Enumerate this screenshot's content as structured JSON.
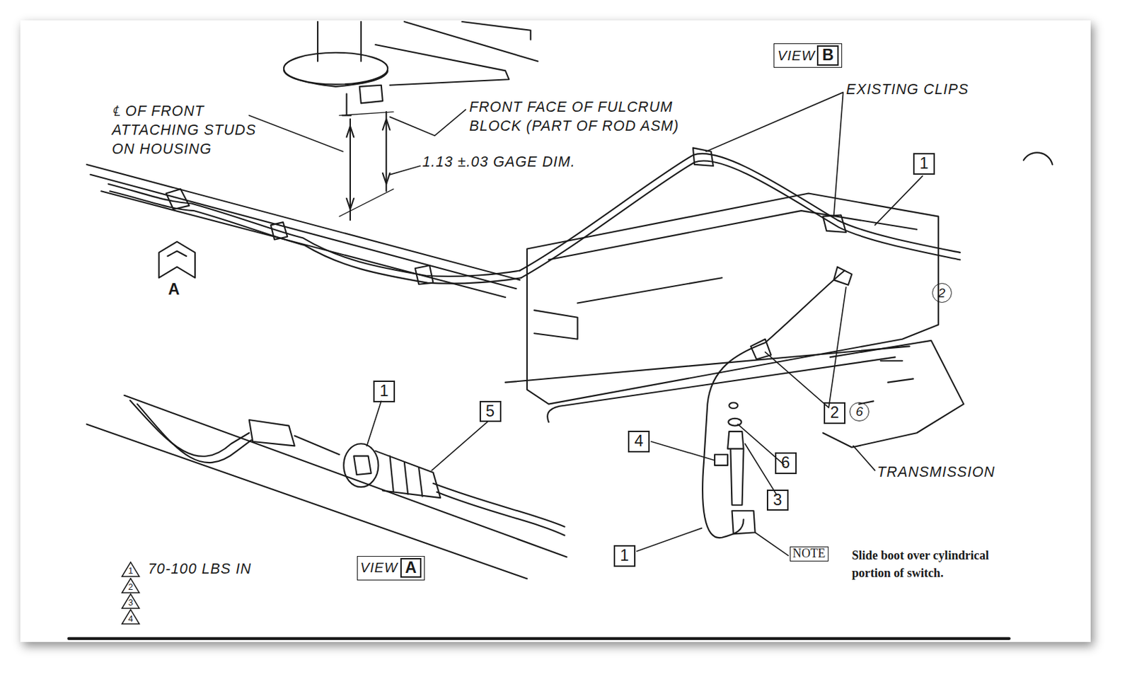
{
  "diagram": {
    "nodes": [
      {
        "text": [
          "VIEW"
        ]
      },
      {
        "text": [
          "B"
        ],
        "in": 0
      },
      {
        "text": [
          "1"
        ]
      },
      {
        "text": [
          "2"
        ]
      },
      {
        "text": [
          "1"
        ]
      },
      {
        "text": [
          "5"
        ]
      },
      {
        "text": [
          "2"
        ]
      },
      {
        "text": [
          "6"
        ]
      },
      {
        "text": [
          "4"
        ]
      },
      {
        "text": [
          "6"
        ]
      },
      {
        "text": [
          "3"
        ]
      },
      {
        "text": [
          "1"
        ]
      },
      {
        "text": [
          "NOTE"
        ]
      },
      {
        "text": [
          "VIEW"
        ]
      },
      {
        "text": [
          "A"
        ],
        "in": 13
      },
      {
        "text": [
          "1"
        ]
      },
      {
        "text": [
          "2"
        ]
      },
      {
        "text": [
          "3"
        ]
      },
      {
        "text": [
          "4"
        ]
      }
    ],
    "labels": [
      "℄ OF FRONT ATTACHING STUDS ON HOUSING",
      "FRONT FACE OF FULCRUM BLOCK (PART OF ROD ASM)",
      "1.13 ±.03 GAGE DIM.",
      "A",
      "EXISTING CLIPS",
      "TRANSMISSION",
      "70-100 LBS IN",
      "Slide boot over cylindrical portion of switch."
    ]
  }
}
